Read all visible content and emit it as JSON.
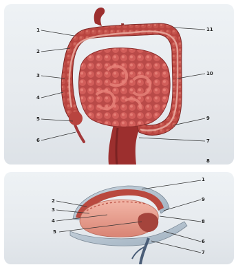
{
  "top_panel": {
    "labels": {
      "l1": "1",
      "l2": "2",
      "l3": "3",
      "l4": "4",
      "l5": "5",
      "l6": "6",
      "r11": "11",
      "r10": "10",
      "r9": "9",
      "r7": "7",
      "r8": "8"
    }
  },
  "bottom_panel": {
    "labels": {
      "l2": "2",
      "l3": "3",
      "l4": "4",
      "l5": "5",
      "r1": "1",
      "r9": "9",
      "r8": "8",
      "r6": "6",
      "r7": "7"
    }
  },
  "colors": {
    "colon": "#b8443f",
    "colon_shade": "#8e2d2b",
    "small_intestine": "#d05a5a",
    "vessel": "#e3a098",
    "rectum": "#9c2f2e",
    "leader": "#333333",
    "mesentery": "#d9c7cf",
    "liver_pink": "#e8a08e"
  }
}
